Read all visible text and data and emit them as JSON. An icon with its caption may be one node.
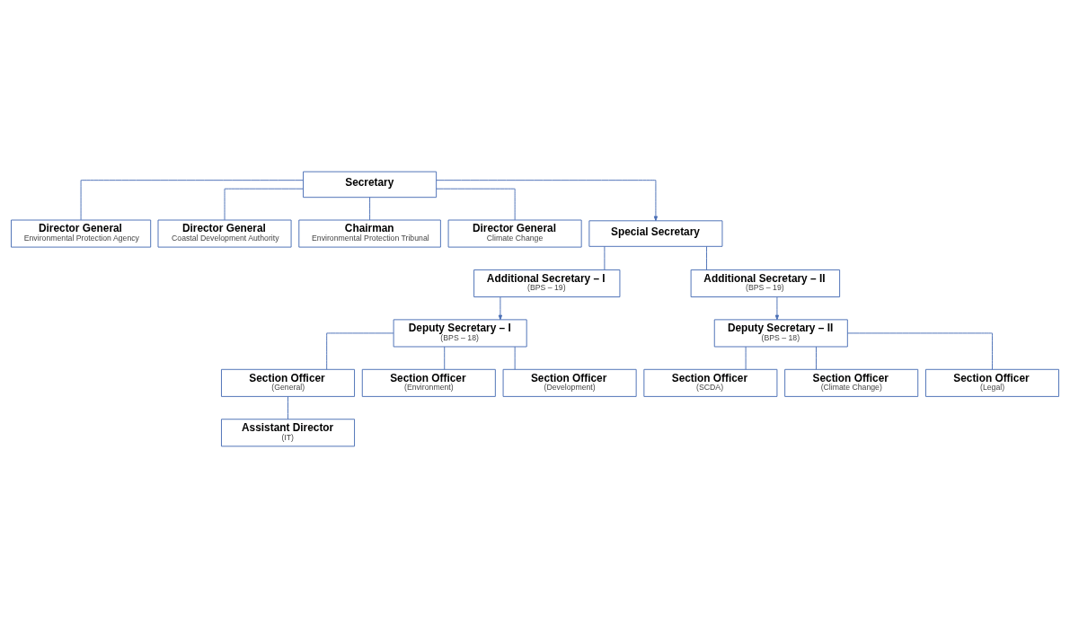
{
  "diagram": {
    "nodes": [
      {
        "text": [
          "Secretary"
        ]
      },
      {
        "text": [
          "Director General",
          "Environmental Protection Agency"
        ]
      },
      {
        "text": [
          "Director General",
          "Coastal Development Authority"
        ]
      },
      {
        "text": [
          "Chairman",
          "Environmental Protection Tribunal"
        ]
      },
      {
        "text": [
          "Director General",
          "Climate Change"
        ]
      },
      {
        "text": [
          "Special Secretary"
        ]
      },
      {
        "text": [
          "Additional Secretary – I",
          "(BPS – 19)"
        ]
      },
      {
        "text": [
          "Additional Secretary – II",
          "(BPS – 19)"
        ]
      },
      {
        "text": [
          "Deputy Secretary – I",
          "(BPS – 18)"
        ]
      },
      {
        "text": [
          "Deputy Secretary – II",
          "(BPS – 18)"
        ]
      },
      {
        "text": [
          "Section Officer",
          "(General)"
        ]
      },
      {
        "text": [
          "Section Officer",
          "(Environment)"
        ]
      },
      {
        "text": [
          "Section Officer",
          "(Development)"
        ]
      },
      {
        "text": [
          "Section Officer",
          "(SCDA)"
        ]
      },
      {
        "text": [
          "Section Officer",
          "(Climate Change)"
        ]
      },
      {
        "text": [
          "Section Officer",
          "(Legal)"
        ]
      },
      {
        "text": [
          "Assistant Director",
          "(IT)"
        ]
      }
    ],
    "edges": [
      {
        "from": 0,
        "to": 1,
        "arrow": "none"
      },
      {
        "from": 0,
        "to": 2,
        "arrow": "none"
      },
      {
        "from": 0,
        "to": 3,
        "arrow": "none"
      },
      {
        "from": 0,
        "to": 4,
        "arrow": "none"
      },
      {
        "from": 0,
        "to": 5,
        "arrow": "to"
      },
      {
        "from": 5,
        "to": 6,
        "arrow": "none"
      },
      {
        "from": 5,
        "to": 7,
        "arrow": "none"
      },
      {
        "from": 6,
        "to": 8,
        "arrow": "to"
      },
      {
        "from": 7,
        "to": 9,
        "arrow": "to"
      },
      {
        "from": 8,
        "to": 10,
        "arrow": "none"
      },
      {
        "from": 8,
        "to": 11,
        "arrow": "none"
      },
      {
        "from": 8,
        "to": 12,
        "arrow": "none"
      },
      {
        "from": 9,
        "to": 13,
        "arrow": "none"
      },
      {
        "from": 9,
        "to": 14,
        "arrow": "none"
      },
      {
        "from": 9,
        "to": 15,
        "arrow": "none"
      },
      {
        "from": 10,
        "to": 16,
        "arrow": "none"
      }
    ]
  }
}
